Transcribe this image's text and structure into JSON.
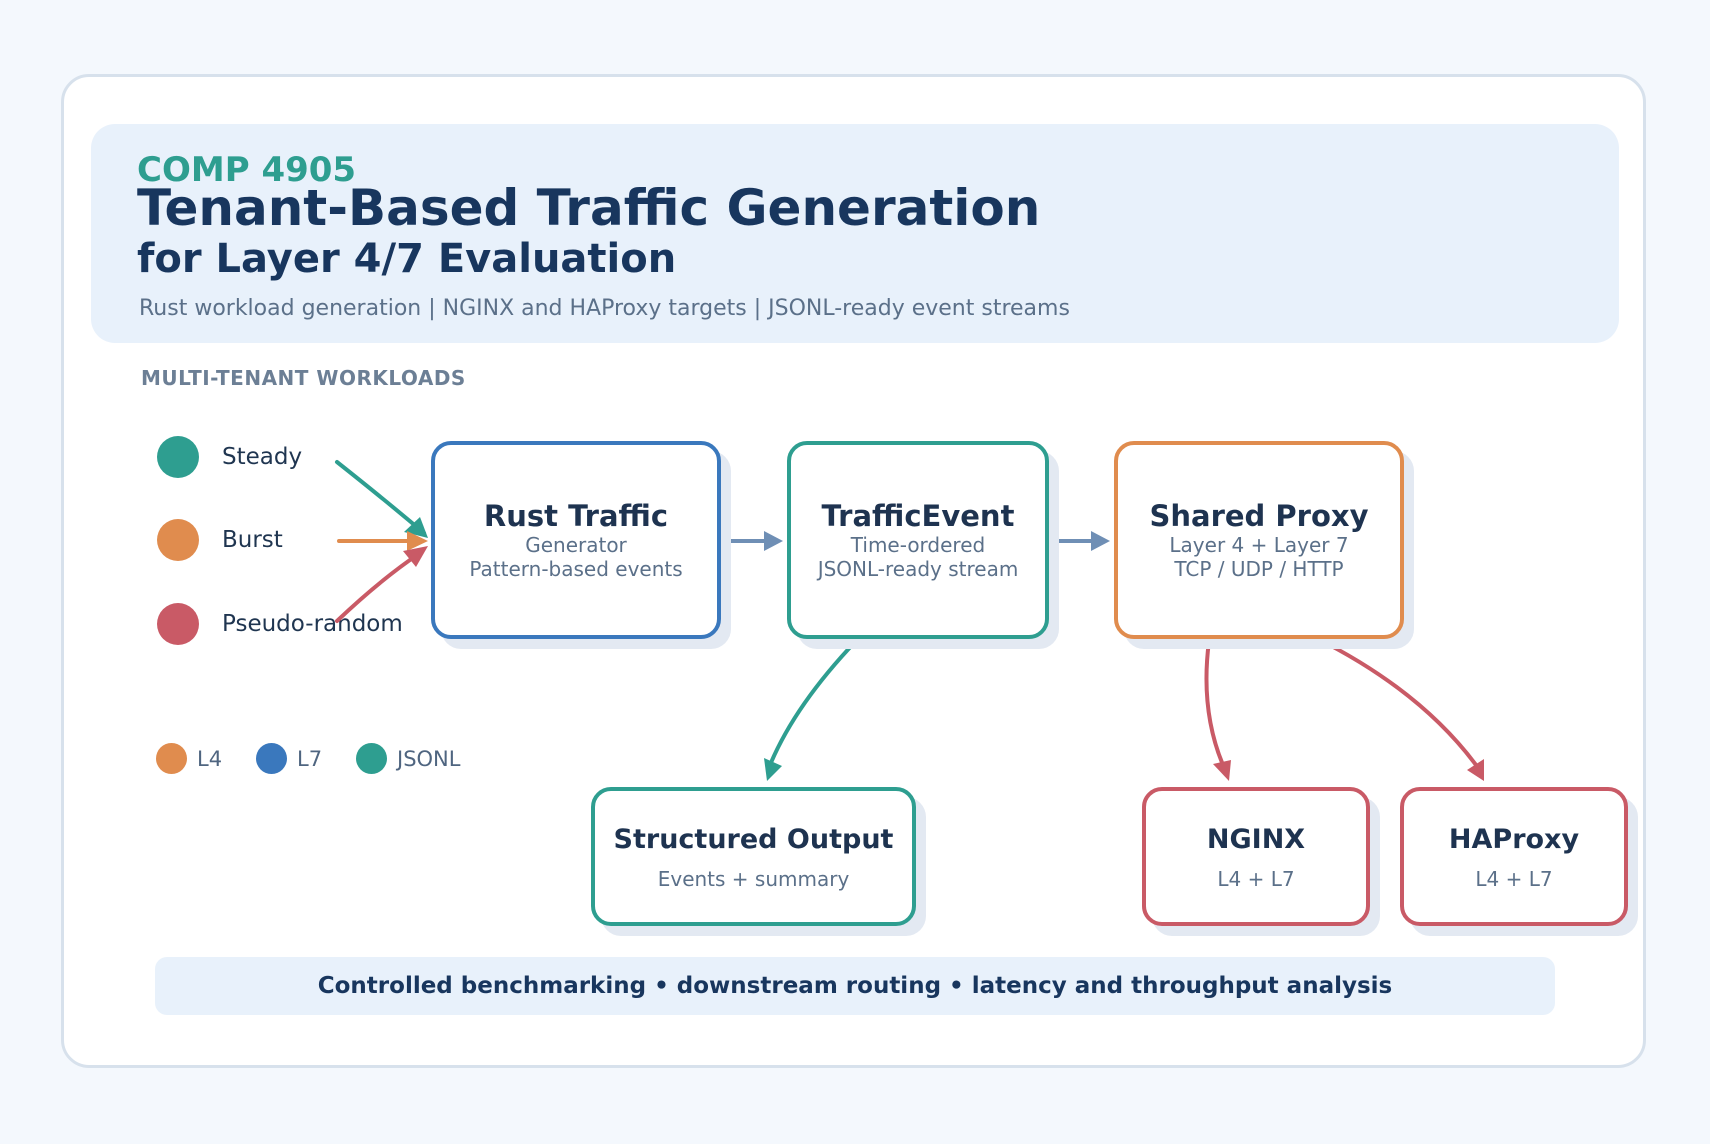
{
  "header": {
    "course": "COMP 4905",
    "title_line1": "Tenant-Based Traffic Generation",
    "title_line2": "for Layer 4/7 Evaluation",
    "subtitle": "Rust workload generation  |  NGINX and HAProxy targets  |  JSONL-ready event streams"
  },
  "workloads": {
    "section_label": "MULTI-TENANT WORKLOADS",
    "items": [
      {
        "label": "Steady",
        "color": "#2e9e90"
      },
      {
        "label": "Burst",
        "color": "#e08c4e"
      },
      {
        "label": "Pseudo-random",
        "color": "#c95a66"
      }
    ]
  },
  "legend": [
    {
      "label": "L4",
      "color": "#e08c4e"
    },
    {
      "label": "L7",
      "color": "#3a78bd"
    },
    {
      "label": "JSONL",
      "color": "#2e9e90"
    }
  ],
  "nodes": {
    "rust": {
      "title": "Rust Traffic",
      "line1": "Generator",
      "line2": "Pattern-based events",
      "color": "#3a78bd"
    },
    "event": {
      "title": "TrafficEvent",
      "line1": "Time-ordered",
      "line2": "JSONL-ready stream",
      "color": "#2e9e90"
    },
    "proxy": {
      "title": "Shared Proxy",
      "line1": "Layer 4 + Layer 7",
      "line2": "TCP / UDP / HTTP",
      "color": "#e08c4e"
    },
    "output": {
      "title": "Structured Output",
      "line1": "Events + summary",
      "color": "#2e9e90"
    },
    "nginx": {
      "title": "NGINX",
      "line1": "L4 + L7",
      "color": "#c95a66"
    },
    "haproxy": {
      "title": "HAProxy",
      "line1": "L4 + L7",
      "color": "#c95a66"
    }
  },
  "footer": "Controlled benchmarking  •  downstream routing  •  latency and throughput analysis",
  "colors": {
    "accent_teal": "#2e9e90",
    "accent_orange": "#e08c4e",
    "accent_blue": "#3a78bd",
    "accent_red": "#c95a66",
    "connector_blue": "#6f8fb5",
    "title_navy": "#18365e"
  }
}
